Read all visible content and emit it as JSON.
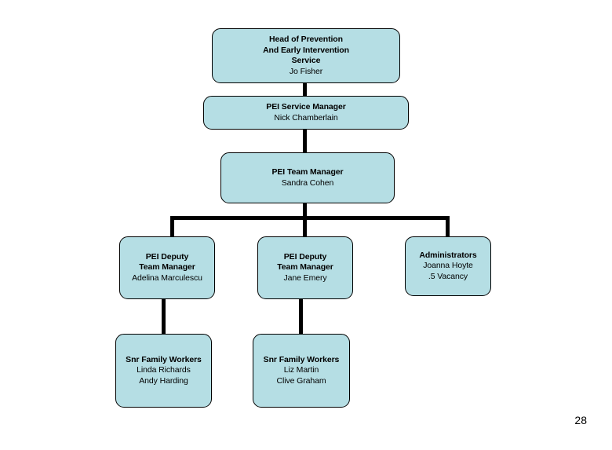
{
  "slide": {
    "page_number": "28",
    "box_fill_color": "#b5dee4",
    "box_border_color": "#000000",
    "connector_color": "#000000",
    "background_color": "#ffffff"
  },
  "chart_data": {
    "type": "diagram",
    "diagram_type": "organizational-chart",
    "title": "",
    "nodes": [
      {
        "id": "head",
        "title": [
          "Head of Prevention",
          "And Early Intervention",
          "Service"
        ],
        "people": [
          "Jo Fisher"
        ],
        "level": 0
      },
      {
        "id": "service-manager",
        "title": [
          "PEI Service Manager"
        ],
        "people": [
          "Nick Chamberlain"
        ],
        "level": 1
      },
      {
        "id": "team-manager",
        "title": [
          "PEI Team Manager"
        ],
        "people": [
          "Sandra Cohen"
        ],
        "level": 2
      },
      {
        "id": "deputy-1",
        "title": [
          "PEI Deputy",
          "Team Manager"
        ],
        "people": [
          "Adelina Marculescu"
        ],
        "level": 3
      },
      {
        "id": "deputy-2",
        "title": [
          "PEI Deputy",
          "Team Manager"
        ],
        "people": [
          "Jane Emery"
        ],
        "level": 3
      },
      {
        "id": "administrators",
        "title": [
          "Administrators"
        ],
        "people": [
          "Joanna Hoyte",
          ".5 Vacancy"
        ],
        "level": 3
      },
      {
        "id": "family-workers-1",
        "title": [
          "Snr Family Workers"
        ],
        "people": [
          "Linda Richards",
          "Andy Harding"
        ],
        "level": 4
      },
      {
        "id": "family-workers-2",
        "title": [
          "Snr Family Workers"
        ],
        "people": [
          "Liz Martin",
          "Clive Graham"
        ],
        "level": 4
      }
    ],
    "edges": [
      {
        "from": "head",
        "to": "service-manager"
      },
      {
        "from": "service-manager",
        "to": "team-manager"
      },
      {
        "from": "team-manager",
        "to": "deputy-1"
      },
      {
        "from": "team-manager",
        "to": "deputy-2"
      },
      {
        "from": "team-manager",
        "to": "administrators"
      },
      {
        "from": "deputy-1",
        "to": "family-workers-1"
      },
      {
        "from": "deputy-2",
        "to": "family-workers-2"
      }
    ]
  },
  "nodes": {
    "head": {
      "title_line1": "Head of Prevention",
      "title_line2": "And Early Intervention",
      "title_line3": "Service",
      "person1": "Jo Fisher"
    },
    "service_manager": {
      "title_line1": "PEI Service Manager",
      "person1": "Nick Chamberlain"
    },
    "team_manager": {
      "title_line1": "PEI Team Manager",
      "person1": "Sandra Cohen"
    },
    "deputy_1": {
      "title_line1": "PEI Deputy",
      "title_line2": "Team Manager",
      "person1": "Adelina Marculescu"
    },
    "deputy_2": {
      "title_line1": "PEI Deputy",
      "title_line2": "Team Manager",
      "person1": "Jane Emery"
    },
    "administrators": {
      "title_line1": "Administrators",
      "person1": "Joanna Hoyte",
      "person2": ".5 Vacancy"
    },
    "family_workers_1": {
      "title_line1": "Snr Family Workers",
      "person1": "Linda Richards",
      "person2": "Andy Harding"
    },
    "family_workers_2": {
      "title_line1": "Snr Family Workers",
      "person1": "Liz Martin",
      "person2": "Clive Graham"
    }
  }
}
